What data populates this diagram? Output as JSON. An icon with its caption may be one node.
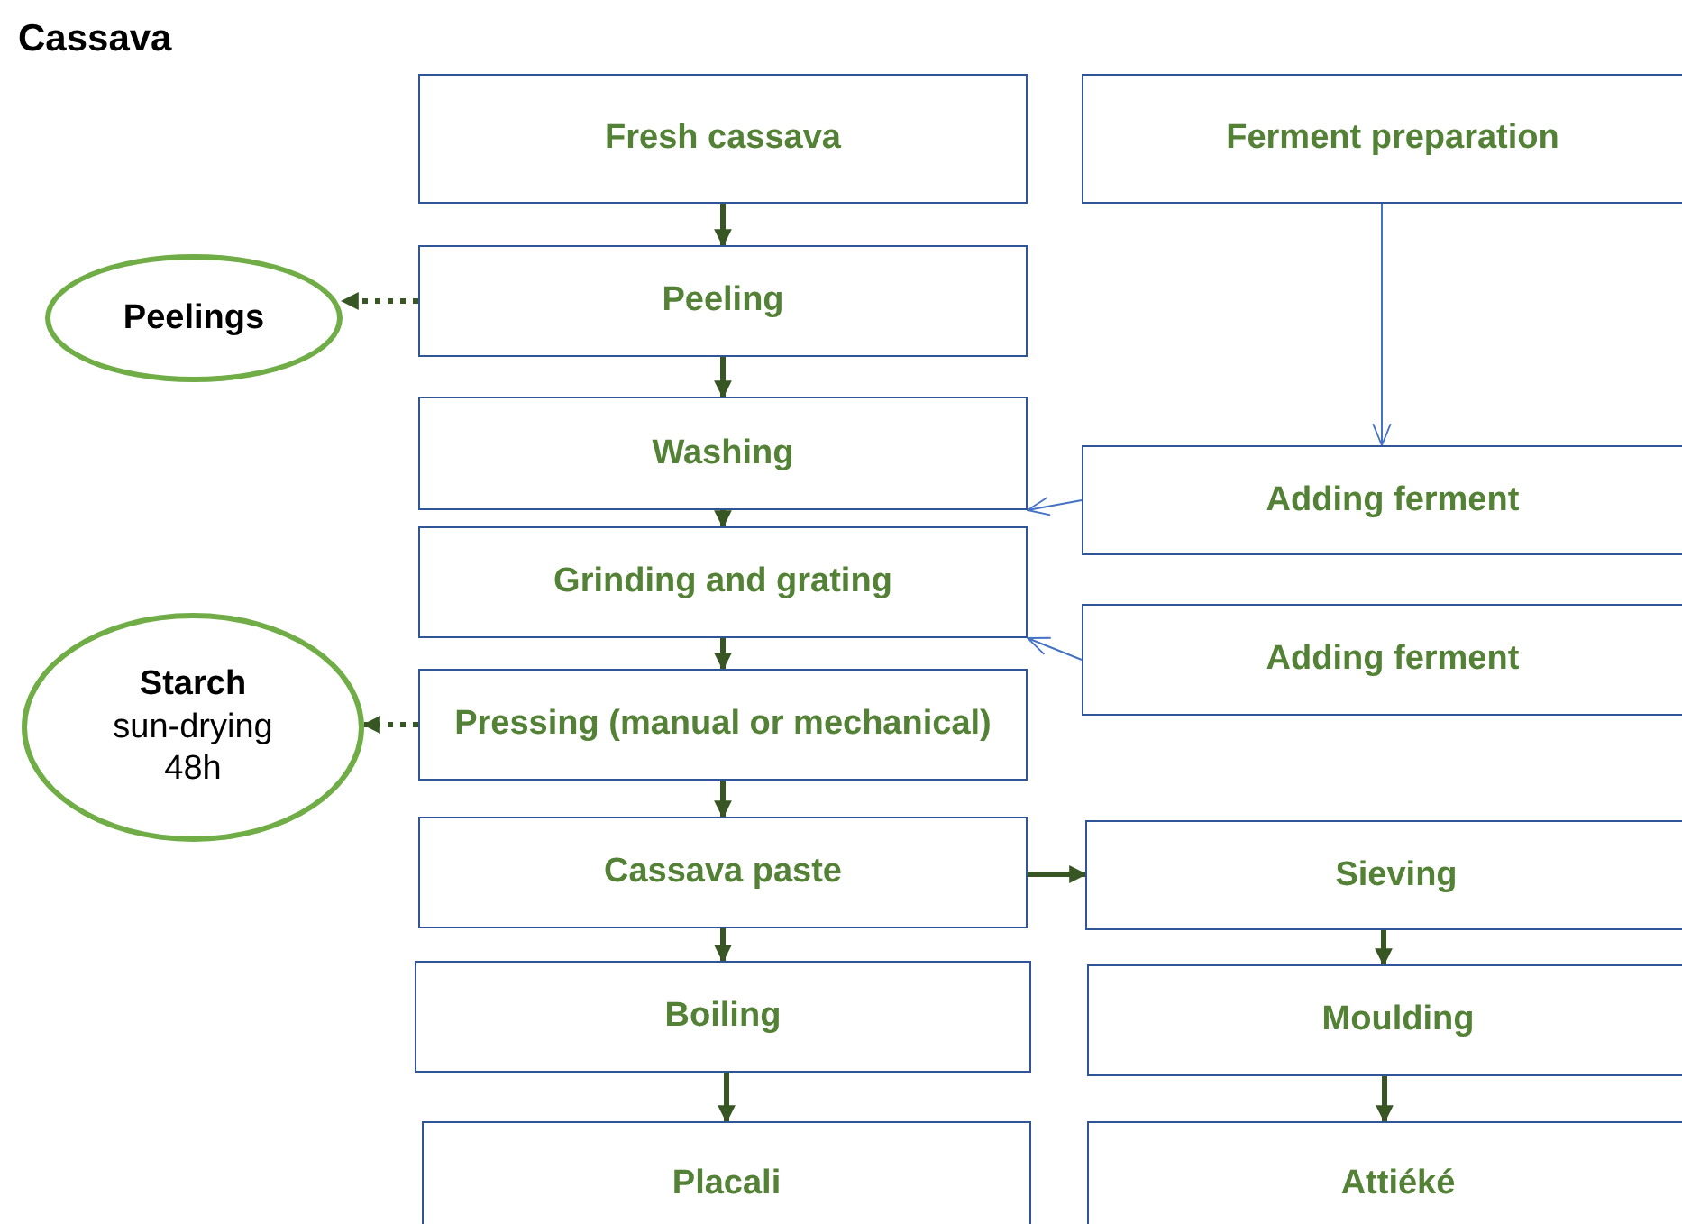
{
  "diagram": {
    "title": "Cassava",
    "nodes": [
      {
        "text": [
          "Fresh cassava"
        ]
      },
      {
        "text": [
          "Ferment preparation"
        ]
      },
      {
        "text": [
          "Peeling"
        ]
      },
      {
        "text": [
          "Peelings"
        ]
      },
      {
        "text": [
          "Washing"
        ]
      },
      {
        "text": [
          "Adding ferment"
        ]
      },
      {
        "text": [
          "Grinding and grating"
        ]
      },
      {
        "text": [
          "Adding ferment"
        ]
      },
      {
        "text": [
          "Pressing (manual or mechanical)"
        ]
      },
      {
        "text": [
          "Starch",
          "sun-drying 48h"
        ]
      },
      {
        "text": [
          "Cassava paste"
        ]
      },
      {
        "text": [
          "Sieving"
        ]
      },
      {
        "text": [
          "Boiling"
        ]
      },
      {
        "text": [
          "Moulding"
        ]
      },
      {
        "text": [
          "Placali"
        ]
      },
      {
        "text": [
          "Attiéké"
        ]
      }
    ],
    "edges": [
      {
        "from": 0,
        "to": 2,
        "arrow": "to"
      },
      {
        "from": 2,
        "to": 3,
        "arrow": "to",
        "style": "dashed"
      },
      {
        "from": 2,
        "to": 4,
        "arrow": "to"
      },
      {
        "from": 1,
        "to": 5,
        "arrow": "to",
        "color": "#4472c4"
      },
      {
        "from": 5,
        "to": 4,
        "arrow": "to",
        "color": "#4472c4"
      },
      {
        "from": 4,
        "to": 6,
        "arrow": "to"
      },
      {
        "from": 7,
        "to": 6,
        "arrow": "to",
        "color": "#4472c4"
      },
      {
        "from": 6,
        "to": 8,
        "arrow": "to"
      },
      {
        "from": 8,
        "to": 9,
        "arrow": "to",
        "style": "dashed"
      },
      {
        "from": 8,
        "to": 10,
        "arrow": "to"
      },
      {
        "from": 10,
        "to": 11,
        "arrow": "to"
      },
      {
        "from": 10,
        "to": 12,
        "arrow": "to"
      },
      {
        "from": 11,
        "to": 13,
        "arrow": "to"
      },
      {
        "from": 12,
        "to": 14,
        "arrow": "to"
      },
      {
        "from": 13,
        "to": 15,
        "arrow": "to"
      }
    ]
  }
}
